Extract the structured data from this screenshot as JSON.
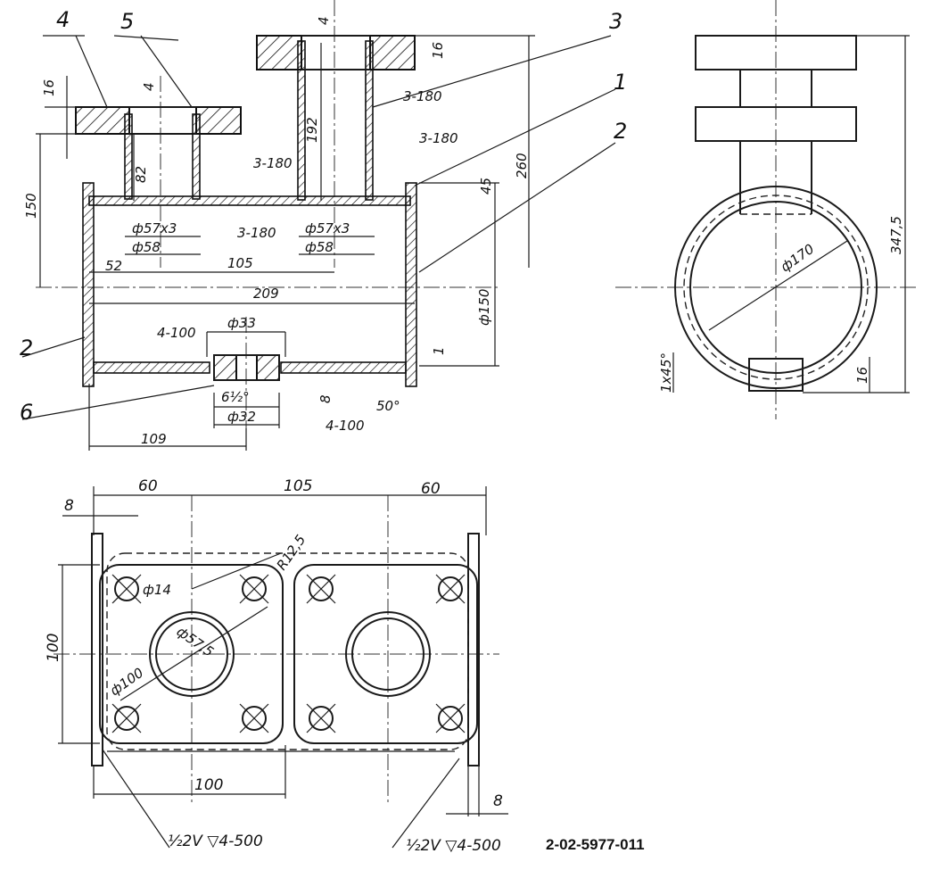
{
  "drawing_code": "2-02-5977-011",
  "part_labels": [
    "4",
    "5",
    "3",
    "1",
    "2",
    "2",
    "6"
  ],
  "front_view": {
    "dims": [
      "16",
      "4",
      "4",
      "16",
      "150",
      "82",
      "192",
      "260",
      "45",
      "105",
      "52",
      "209",
      "1",
      "8"
    ],
    "diameters": [
      "ф57x3",
      "ф58",
      "ф57x3",
      "ф58",
      "ф150",
      "ф33",
      "ф32"
    ],
    "welds": [
      "3-180",
      "3-180",
      "3-180",
      "3-180",
      "4-100",
      "4-100"
    ],
    "callouts": [
      "6½°",
      "50°",
      "109"
    ]
  },
  "side_view": {
    "dims": [
      "ф170",
      "347,5",
      "16",
      "1x45°"
    ]
  },
  "plan_view": {
    "dims": [
      "60",
      "105",
      "60",
      "8",
      "R12,5",
      "ф14",
      "ф57,5",
      "100",
      "ф100",
      "100",
      "8"
    ],
    "weld_notes": [
      "½2V ▽4-500",
      "½2V ▽4-500"
    ]
  }
}
